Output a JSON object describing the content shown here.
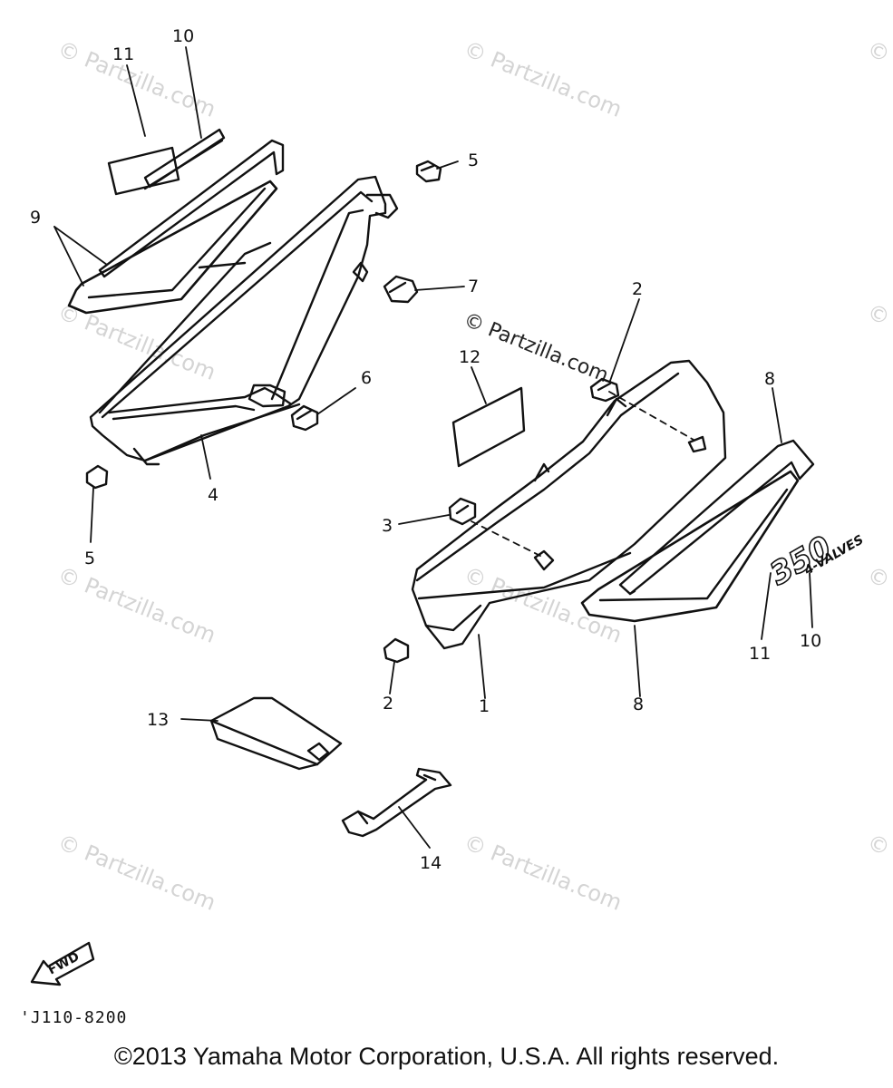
{
  "diagram": {
    "callouts": [
      "1",
      "2",
      "2",
      "3",
      "4",
      "5",
      "5",
      "6",
      "7",
      "8",
      "8",
      "9",
      "10",
      "10",
      "11",
      "11",
      "12",
      "13",
      "14"
    ],
    "watermark_text": "© Partzilla.com",
    "emblem_text": [
      "350",
      "4-VALVES"
    ],
    "direction_label": "FWD",
    "part_ref": "'J110-8200"
  },
  "footer": {
    "copyright": "©2013  Yamaha Motor Corporation, U.S.A. All rights reserved."
  }
}
